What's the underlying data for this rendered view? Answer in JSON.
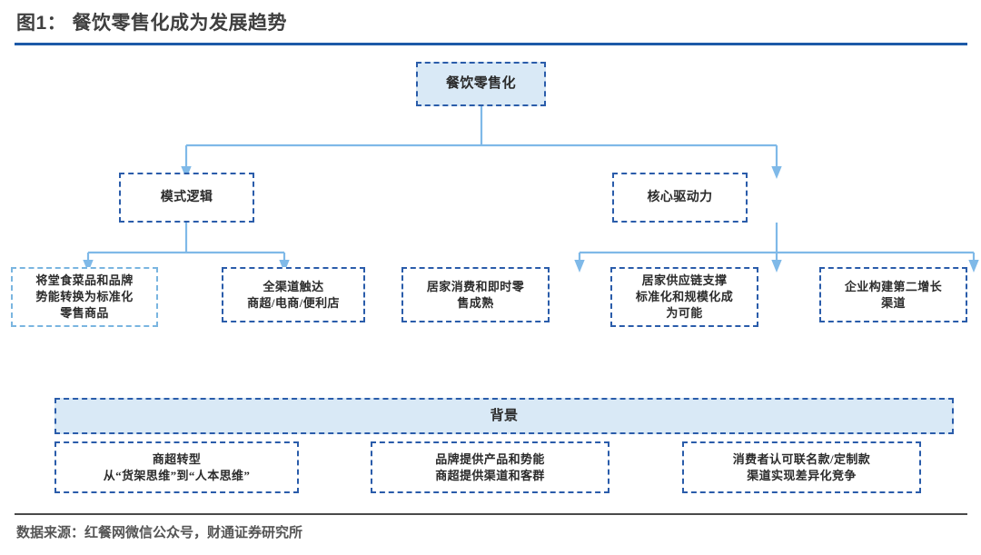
{
  "header": {
    "title": "图1：  餐饮零售化成为发展趋势",
    "rule_color": "#1d5aa8"
  },
  "footer": {
    "source": "数据来源：红餐网微信公众号，财通证券研究所"
  },
  "theme": {
    "fill_blue": "#d9e9f6",
    "border_navy": "#2a5caa",
    "border_light": "#7ab5e0",
    "connector": "#7fb9e8",
    "accent": "#1d5aa8"
  },
  "diagram": {
    "type": "tree-flowchart",
    "root": {
      "label": "餐饮零售化"
    },
    "branches": [
      {
        "label": "模式逻辑",
        "children": [
          {
            "label": "将堂食菜品和品牌\n势能转换为标准化\n零售商品"
          },
          {
            "label": "全渠道触达\n商超/电商/便利店"
          }
        ]
      },
      {
        "label": "核心驱动力",
        "children": [
          {
            "label": "居家消费和即时零\n售成熟"
          },
          {
            "label": "居家供应链支撑\n标准化和规模化成\n为可能"
          },
          {
            "label": "企业构建第二增长\n渠道"
          }
        ]
      }
    ],
    "background_section": {
      "banner_label": "背景",
      "items": [
        {
          "label": "商超转型\n从“货架思维”到“人本思维”"
        },
        {
          "label": "品牌提供产品和势能\n商超提供渠道和客群"
        },
        {
          "label": "消费者认可联名款/定制款\n渠道实现差异化竞争"
        }
      ]
    }
  }
}
